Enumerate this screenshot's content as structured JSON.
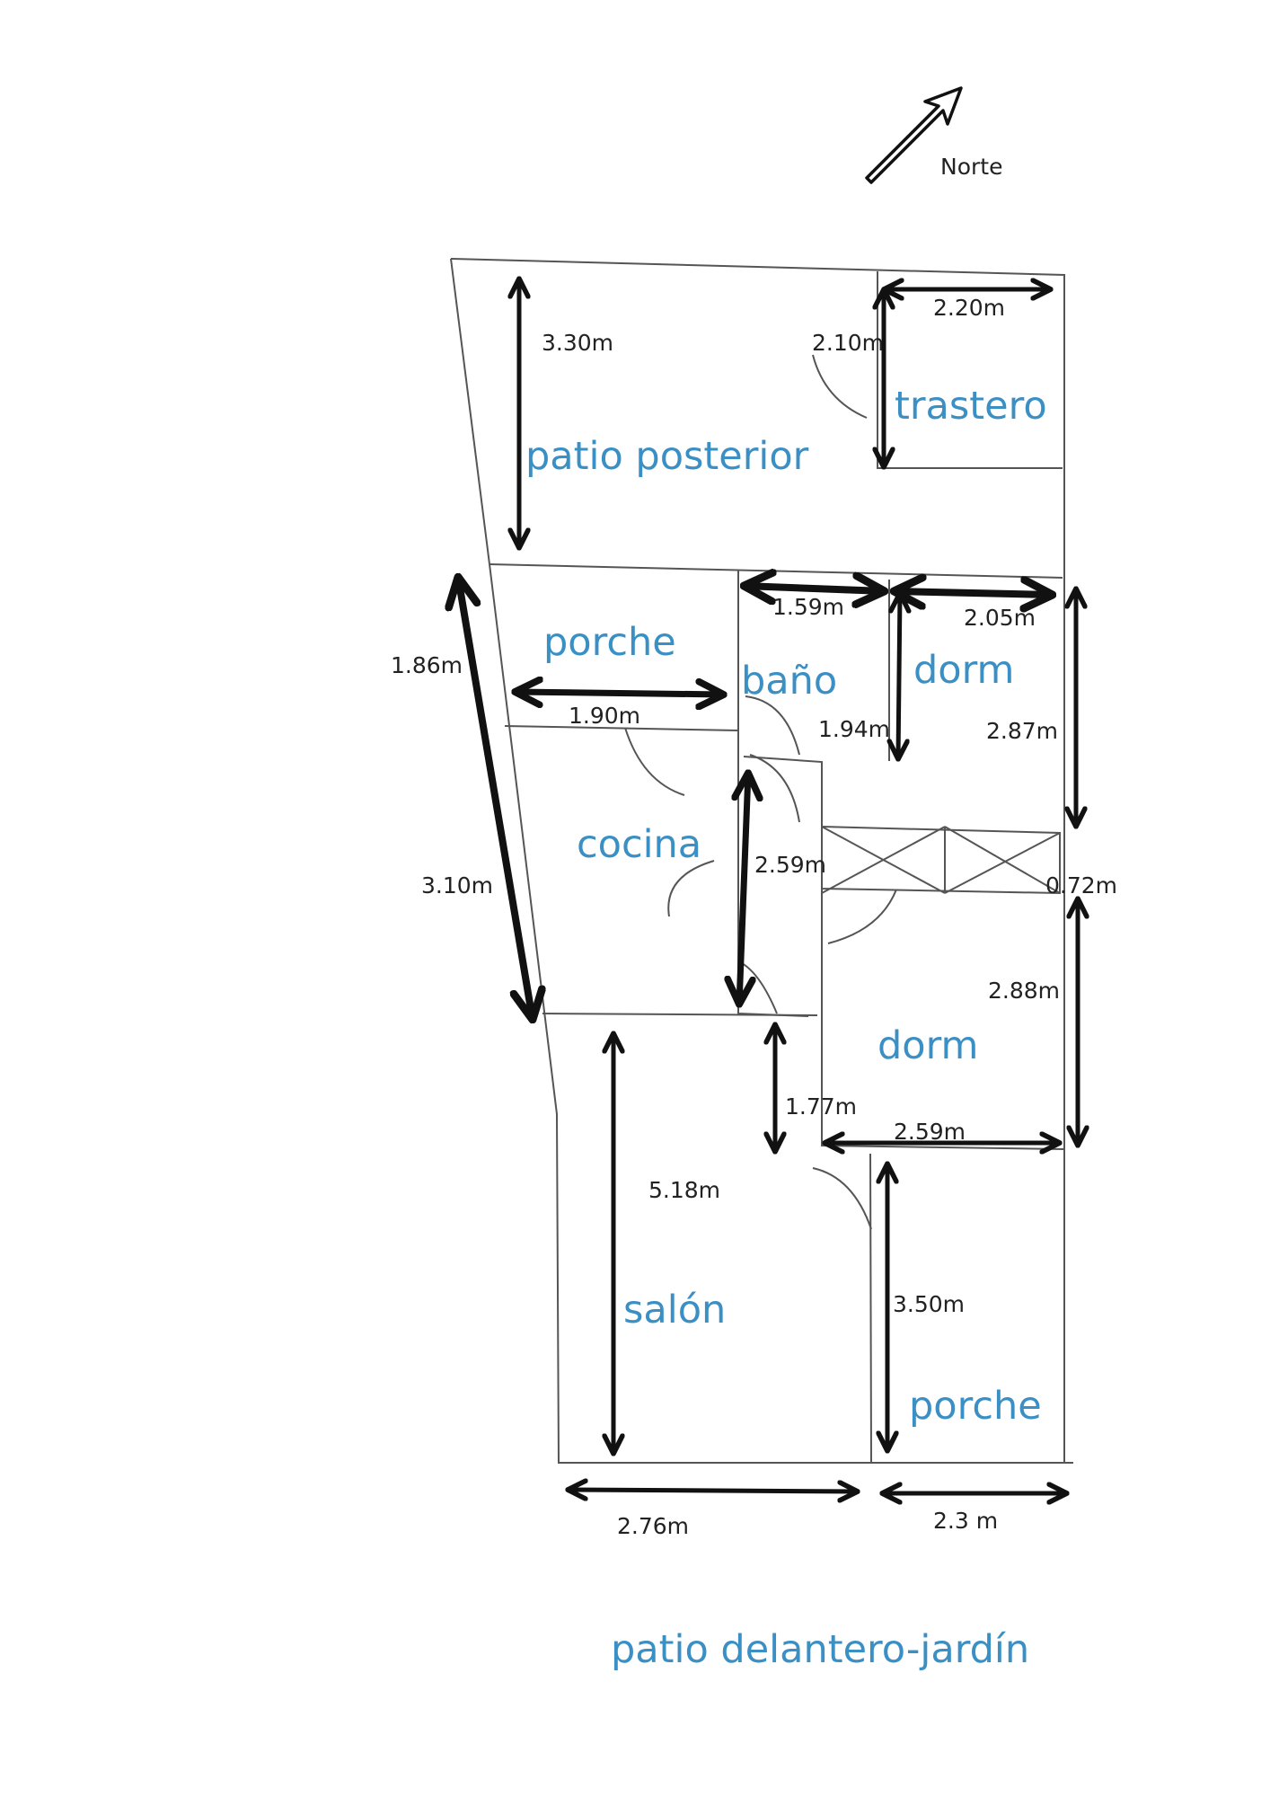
{
  "north": {
    "label": "Norte",
    "icon": "north-arrow-icon"
  },
  "rooms": {
    "patio_posterior": "patio posterior",
    "trastero": "trastero",
    "porche_top": "porche",
    "bano": "baño",
    "dorm_top": "dorm",
    "cocina": "cocina",
    "dorm_bottom": "dorm",
    "salon": "salón",
    "porche_bottom": "porche"
  },
  "dimensions": {
    "patio_depth": "3.30m",
    "trastero_width": "2.20m",
    "trastero_depth": "2.10m",
    "bano_width": "1.59m",
    "dorm_top_width": "2.05m",
    "porche_left_depth": "1.86m",
    "porche_width": "1.90m",
    "bano_depth": "1.94m",
    "dorm_top_depth": "2.87m",
    "cocina_depth": "3.10m",
    "hall_length": "2.59m",
    "closet": "0.72m",
    "dorm_bottom_depth": "2.88m",
    "hall_bottom": "1.77m",
    "dorm_bottom_width": "2.59m",
    "salon_depth": "5.18m",
    "porche_bottom_depth": "3.50m",
    "salon_width": "2.76m",
    "porche_bottom_width": "2.3 m"
  },
  "footer": {
    "label": "patio delantero-jardín"
  },
  "colors": {
    "room_label": "#3a8fc4",
    "line": "#555555",
    "arrow": "#111111"
  }
}
